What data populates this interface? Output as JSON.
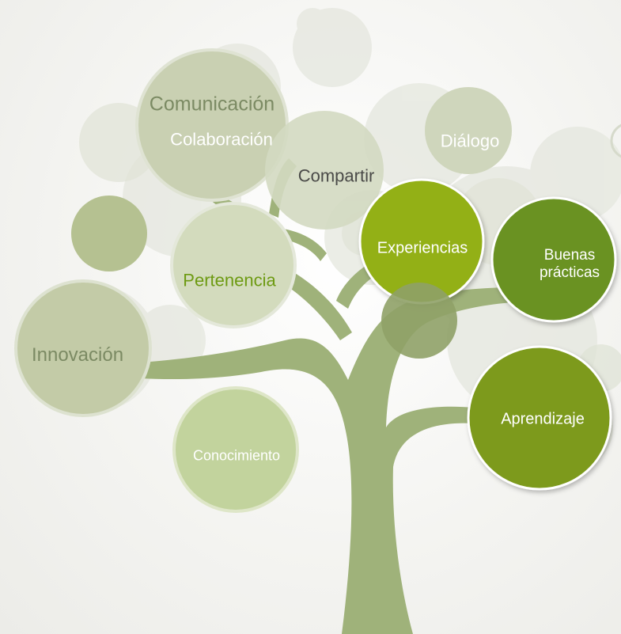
{
  "diagram": {
    "type": "concept-tree",
    "colors": {
      "trunk": "#9fb27a",
      "bubble_pale": "#d7dcc7",
      "bubble_light": "#c8d0ad",
      "bubble_mid": "#b8c69a",
      "accent_green": "#93b018",
      "accent_dark": "#6a9220",
      "accent_olive": "#7d9a1a",
      "label_white": "#ffffff",
      "label_dark": "#4a4a48",
      "label_green": "#6d9a12",
      "label_grayish": "#7b8a63"
    },
    "concepts": [
      {
        "id": "comunicacion",
        "label": "Comunicación"
      },
      {
        "id": "colaboracion",
        "label": "Colaboración"
      },
      {
        "id": "compartir",
        "label": "Compartir"
      },
      {
        "id": "dialogo",
        "label": "Diálogo"
      },
      {
        "id": "pertenencia",
        "label": "Pertenencia"
      },
      {
        "id": "experiencias",
        "label": "Experiencias"
      },
      {
        "id": "buenas_practicas",
        "label": "Buenas\nprácticas"
      },
      {
        "id": "innovacion",
        "label": "Innovación"
      },
      {
        "id": "aprendizaje",
        "label": "Aprendizaje"
      },
      {
        "id": "conocimiento",
        "label": "Conocimiento"
      }
    ]
  }
}
